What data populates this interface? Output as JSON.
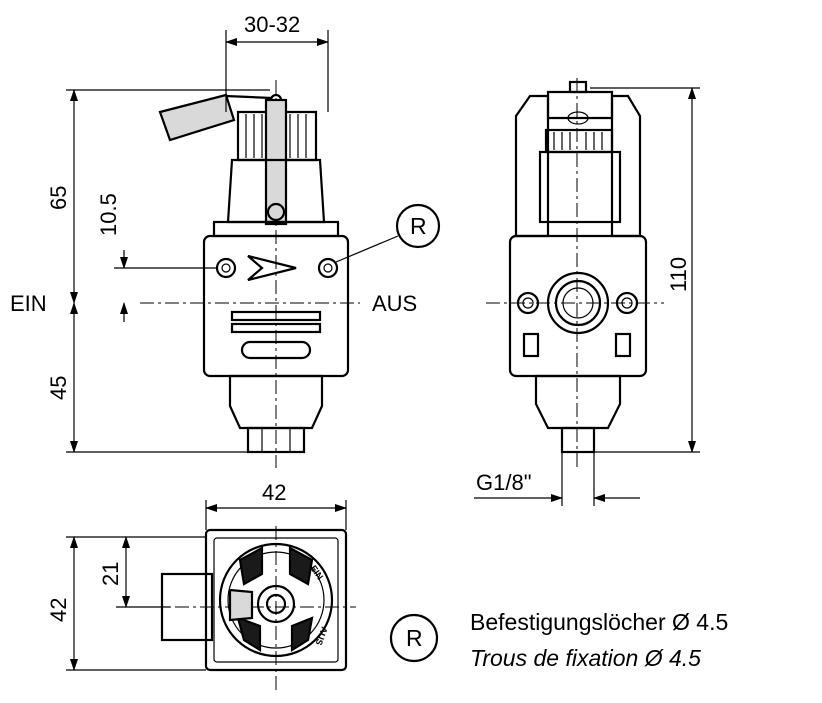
{
  "dimensions": {
    "top_width": "30-32",
    "total_height_left": "65",
    "port_offset": "10.5",
    "lower_height": "45",
    "total_height_right": "110",
    "port_thread": "G1/8\"",
    "base_width": "42",
    "base_height": "42",
    "base_half": "21"
  },
  "ports": {
    "inlet": "EIN",
    "outlet": "AUS"
  },
  "callout": {
    "symbol": "R"
  },
  "legend": {
    "symbol": "R",
    "line_de": "Befestigungslöcher Ø 4.5",
    "line_fr": "Trous de fixation Ø 4.5"
  },
  "knob_text": {
    "upper": "EIN",
    "lower": "AUS"
  }
}
